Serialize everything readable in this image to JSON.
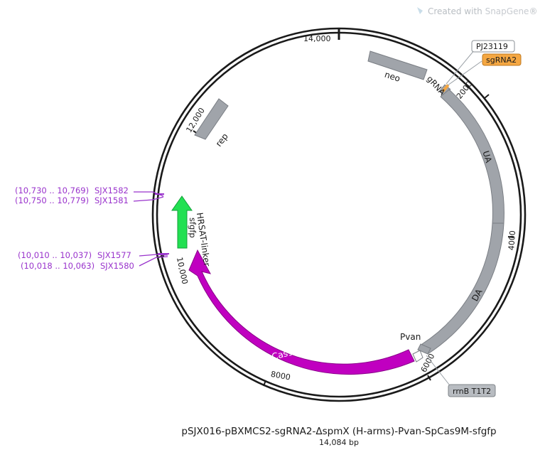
{
  "watermark": {
    "prefix": "Created with ",
    "brand": "SnapGene",
    "mark": "®",
    "icon": "snapgene-logo-icon"
  },
  "plasmid": {
    "name": "pSJX016-pBXMCS2-sgRNA2-ΔspmX (H-arms)-Pvan-SpCas9M-sfgfp",
    "length_label": "14,084 bp",
    "length_bp": 14084
  },
  "tick_labels": [
    "2000",
    "4000",
    "6000",
    "8000",
    "10,000",
    "12,000",
    "14,000"
  ],
  "features": [
    {
      "name": "neo",
      "label": "neo",
      "color": "#a0a4aa"
    },
    {
      "name": "rep",
      "label": "rep",
      "color": "#a0a4aa"
    },
    {
      "name": "gRNA scaffold",
      "label": "gRNA scaffold",
      "color": "#a0a4aa"
    },
    {
      "name": "UA",
      "label": "UA",
      "color": "#a0a4aa"
    },
    {
      "name": "DA",
      "label": "DA",
      "color": "#a0a4aa"
    },
    {
      "name": "Pvan",
      "label": "Pvan",
      "color": "#ffffff"
    },
    {
      "name": "SpCas9M",
      "label": "SpCas9M",
      "color": "#c000c0"
    },
    {
      "name": "HRSAT-linker",
      "label": "HRSAT-linker",
      "color": "#c000c0"
    },
    {
      "name": "sfgfp",
      "label": "sfgfp",
      "color": "#22e052"
    }
  ],
  "callouts": [
    {
      "label": "PJ23119",
      "style": "plain"
    },
    {
      "label": "sgRNA2",
      "style": "orange"
    },
    {
      "label": "rrnB T1T2",
      "style": "gray"
    }
  ],
  "primers": [
    {
      "name": "SJX1582",
      "range": "(10,730 .. 10,769)"
    },
    {
      "name": "SJX1581",
      "range": "(10,750 .. 10,779)"
    },
    {
      "name": "SJX1577",
      "range": "(10,010 .. 10,037)"
    },
    {
      "name": "SJX1580",
      "range": "(10,018 .. 10,063)"
    }
  ],
  "colors": {
    "backbone": "#1a1a1a",
    "feature_gray": "#a0a4aa",
    "cas9_magenta": "#c000c0",
    "gfp_green": "#22e052",
    "primer_purple": "#9933cc",
    "sgrna_orange": "#f5a742"
  }
}
